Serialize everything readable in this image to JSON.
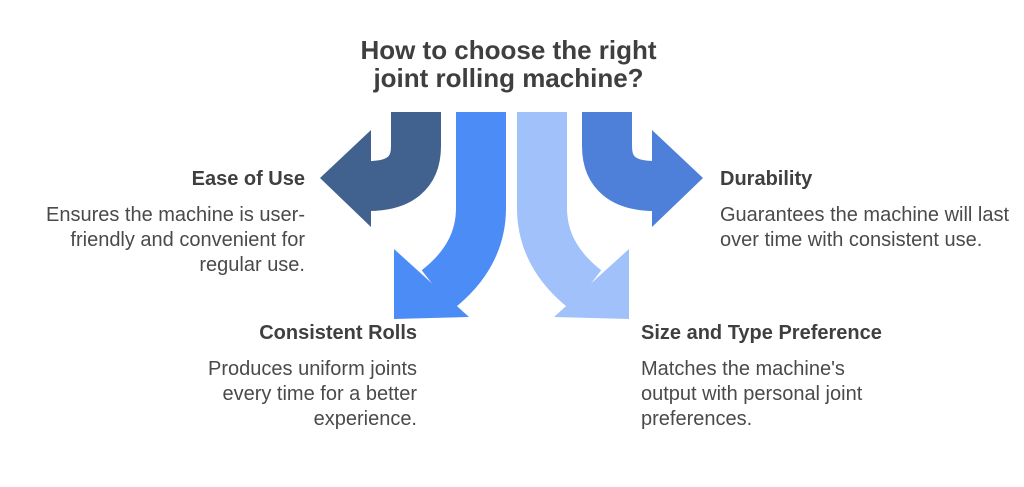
{
  "title": {
    "line1": "How to choose the right",
    "line2": "joint rolling machine?"
  },
  "sections": [
    {
      "id": "ease-of-use",
      "heading": "Ease of Use",
      "body": "Ensures the machine is user-friendly and convenient for regular use.",
      "arrow_direction": "left",
      "arrow_color": "#41618F"
    },
    {
      "id": "durability",
      "heading": "Durability",
      "body": "Guarantees the machine will last over time with consistent use.",
      "arrow_direction": "right",
      "arrow_color": "#4E80DA"
    },
    {
      "id": "consistent-rolls",
      "heading": "Consistent Rolls",
      "body": "Produces uniform joints every time for a better experience.",
      "arrow_direction": "down-left",
      "arrow_color": "#4C8CF6"
    },
    {
      "id": "size-and-type-preference",
      "heading": "Size and Type Preference",
      "body": "Matches the machine's output with personal joint preferences.",
      "arrow_direction": "down-right",
      "arrow_color": "#A0C1F9"
    }
  ],
  "colors": {
    "background": "#ffffff",
    "title_text": "#3f3f3f",
    "heading_text": "#3f3f3f",
    "body_text": "#4a4a4a",
    "arrow_dark_blue": "#41618F",
    "arrow_bright_blue": "#4C8CF6",
    "arrow_light_blue": "#A0C1F9",
    "arrow_medium_blue": "#4E80DA"
  }
}
